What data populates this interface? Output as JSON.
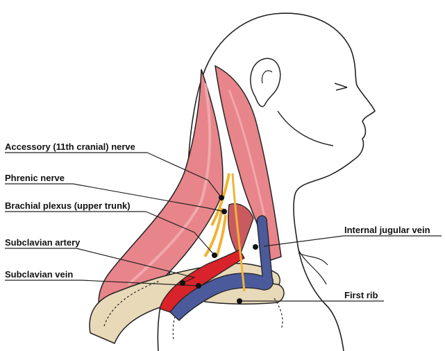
{
  "labels": {
    "accessory_nerve": "Accessory (11th cranial) nerve",
    "phrenic_nerve": "Phrenic nerve",
    "brachial_plexus": "Brachial plexus (upper trunk)",
    "subclavian_artery": "Subclavian artery",
    "subclavian_vein": "Subclavian vein",
    "internal_jugular_vein": "Internal jugular vein",
    "first_rib": "First rib"
  },
  "colors": {
    "muscle": "#e8858a",
    "muscle_light": "#f3b8ba",
    "nerve": "#f2b236",
    "artery": "#d8232a",
    "vein": "#4a5a9a",
    "bone": "#e8d9b8",
    "outline": "#222222"
  }
}
